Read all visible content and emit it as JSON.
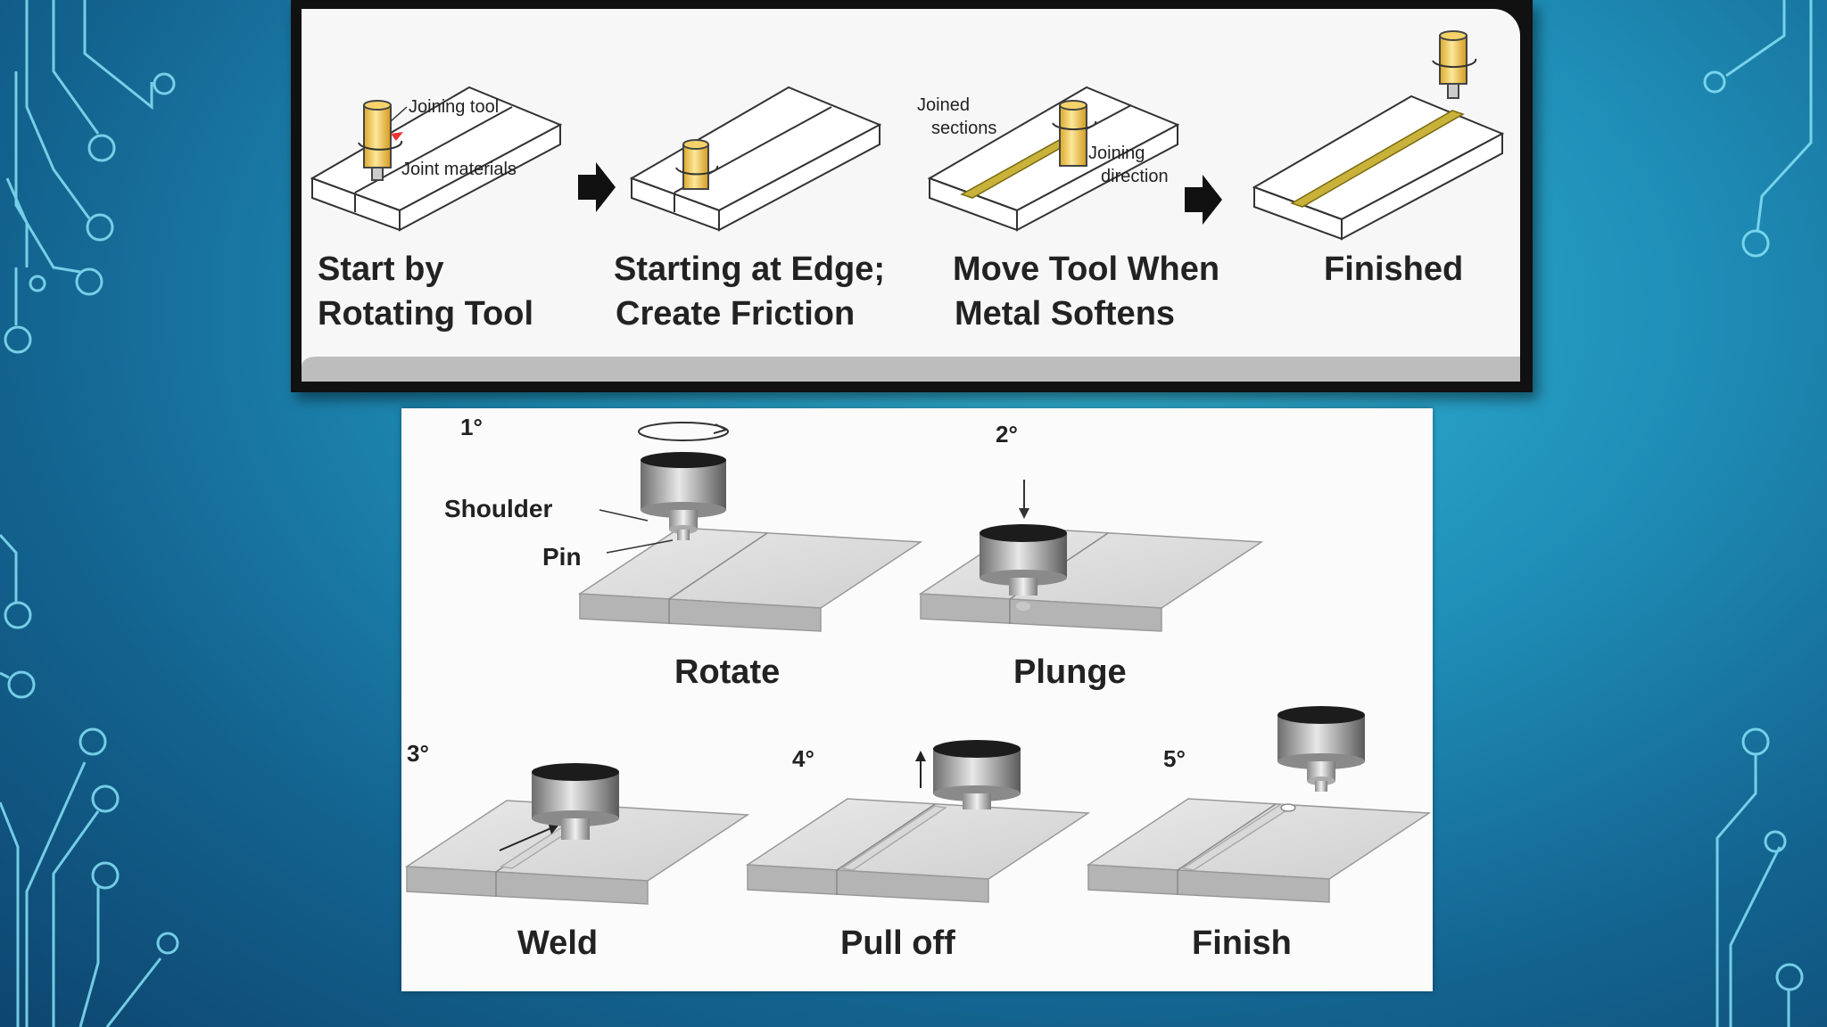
{
  "top_diagram": {
    "steps": [
      {
        "caption_line1": "Start  by",
        "caption_line2": "Rotating Tool",
        "labels": {
          "tool": "Joining tool",
          "material": "Joint materials"
        }
      },
      {
        "caption_line1": "Starting at Edge;",
        "caption_line2": "Create Friction"
      },
      {
        "caption_line1": "Move Tool When",
        "caption_line2": "Metal Softens",
        "labels": {
          "sections_line1": "Joined",
          "sections_line2": "sections",
          "direction_line1": "Joining",
          "direction_line2": "direction"
        }
      },
      {
        "caption_line1": "Finished"
      }
    ]
  },
  "bottom_diagram": {
    "part_labels": {
      "shoulder": "Shoulder",
      "pin": "Pin"
    },
    "steps": [
      {
        "number": "1°",
        "caption": "Rotate"
      },
      {
        "number": "2°",
        "caption": "Plunge"
      },
      {
        "number": "3°",
        "caption": "Weld"
      },
      {
        "number": "4°",
        "caption": "Pull off"
      },
      {
        "number": "5°",
        "caption": "Finish"
      }
    ]
  },
  "colors": {
    "background": "#1f8fb8",
    "circuit_lines": "#7fe0f5",
    "tool_yellow": "#f0c84a",
    "weld_seam": "#c9b23a"
  }
}
